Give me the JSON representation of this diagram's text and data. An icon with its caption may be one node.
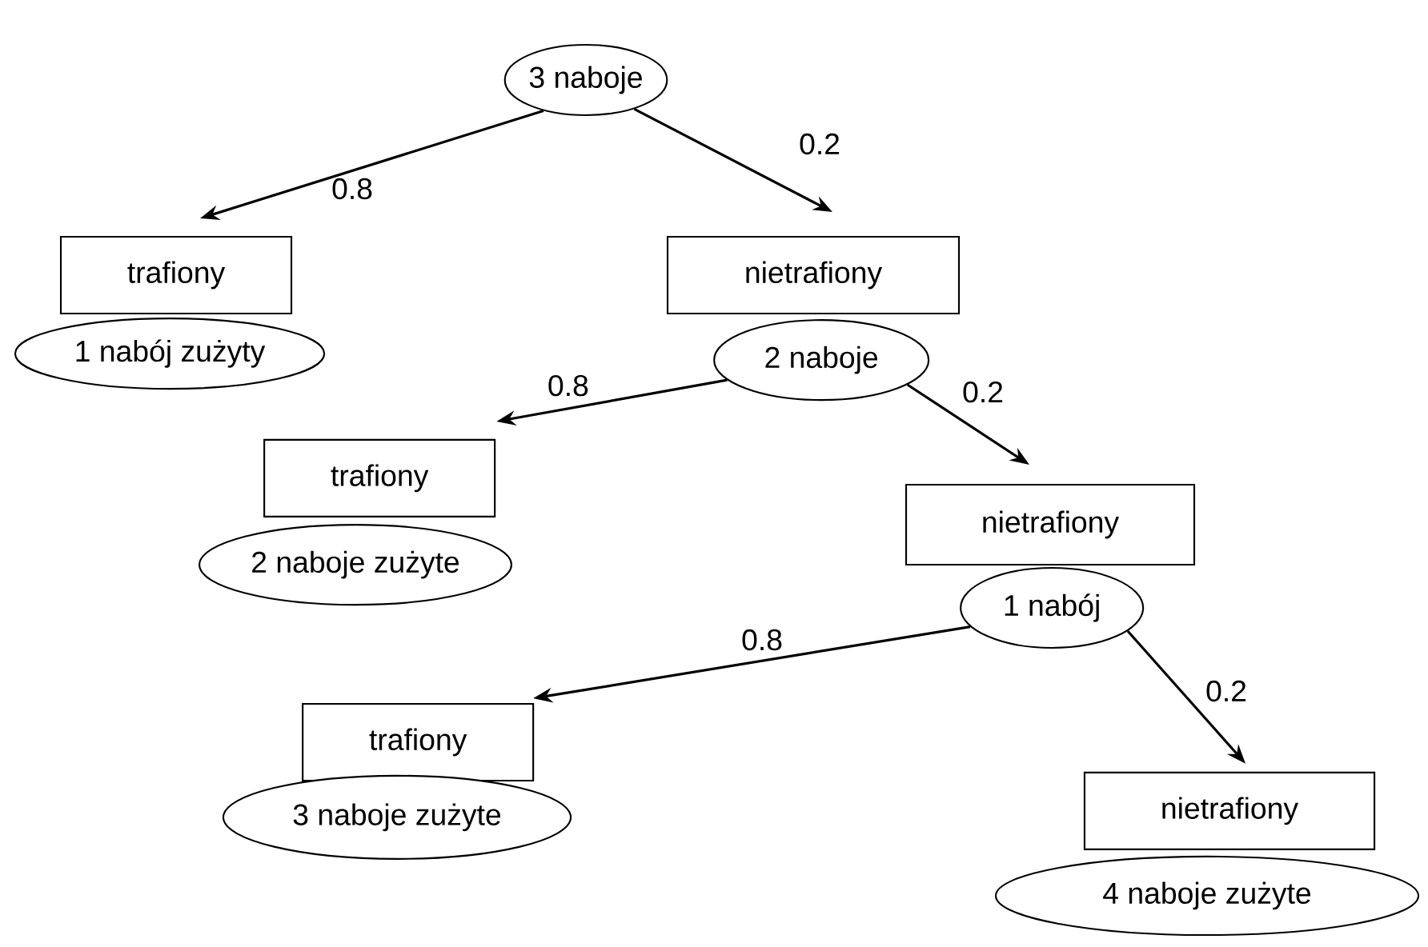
{
  "diagram": {
    "nodes": [
      {
        "text": [
          "3 naboje"
        ]
      },
      {
        "text": [
          "trafiony"
        ]
      },
      {
        "text": [
          "1 nabój zużyty"
        ]
      },
      {
        "text": [
          "nietrafiony"
        ]
      },
      {
        "text": [
          "2 naboje"
        ]
      },
      {
        "text": [
          "trafiony"
        ]
      },
      {
        "text": [
          "2 naboje zużyte"
        ]
      },
      {
        "text": [
          "nietrafiony"
        ]
      },
      {
        "text": [
          "1 nabój"
        ]
      },
      {
        "text": [
          "trafiony"
        ]
      },
      {
        "text": [
          "3 naboje zużyte"
        ]
      },
      {
        "text": [
          "nietrafiony"
        ]
      },
      {
        "text": [
          "4 naboje zużyte"
        ]
      }
    ],
    "edges": [
      {
        "from": 0,
        "to": 1,
        "arrow": "to",
        "label": "0.8"
      },
      {
        "from": 0,
        "to": 3,
        "arrow": "to",
        "label": "0.2"
      },
      {
        "from": 4,
        "to": 5,
        "arrow": "to",
        "label": "0.8"
      },
      {
        "from": 4,
        "to": 7,
        "arrow": "to",
        "label": "0.2"
      },
      {
        "from": 8,
        "to": 9,
        "arrow": "to",
        "label": "0.8"
      },
      {
        "from": 8,
        "to": 11,
        "arrow": "to",
        "label": "0.2"
      }
    ]
  }
}
